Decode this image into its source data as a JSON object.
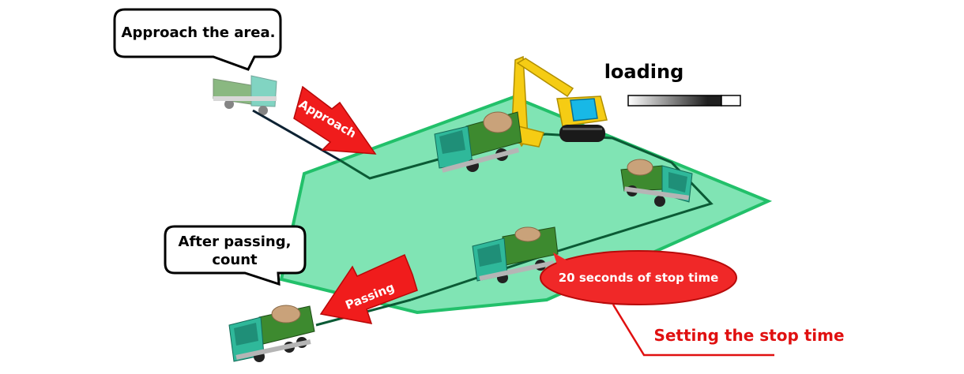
{
  "labels": {
    "approach_area": "Approach the area.",
    "after_passing_line1": "After passing,",
    "after_passing_line2": "count",
    "loading": "loading",
    "approach_arrow": "Approach",
    "passing_arrow": "Passing",
    "stop_time_ellipse": "20 seconds of stop time",
    "setting_stop_time": "Setting the stop time"
  },
  "colors": {
    "area_fill": "#80e4b4",
    "area_stroke": "#22c06a",
    "path_line": "#0b5a35",
    "path_outside": "#0d2233",
    "arrow_red": "#f01c1c",
    "ellipse_red": "#f02828",
    "callout_red": "#e01010",
    "truck_green": "#3d8a2f",
    "truck_cab": "#2fb89a",
    "excavator_yellow": "#f5cc14",
    "excavator_cab": "#18b8e6",
    "rock": "#c9a27a"
  },
  "icons": {
    "truck_approaching": "dump-truck-icon",
    "truck_loading_left": "loaded-dump-truck-icon",
    "truck_loading_right": "loaded-dump-truck-icon",
    "truck_middle": "loaded-dump-truck-icon",
    "truck_exit": "loaded-dump-truck-icon",
    "excavator": "excavator-icon",
    "loading_gauge": "loading-progress-gauge"
  }
}
